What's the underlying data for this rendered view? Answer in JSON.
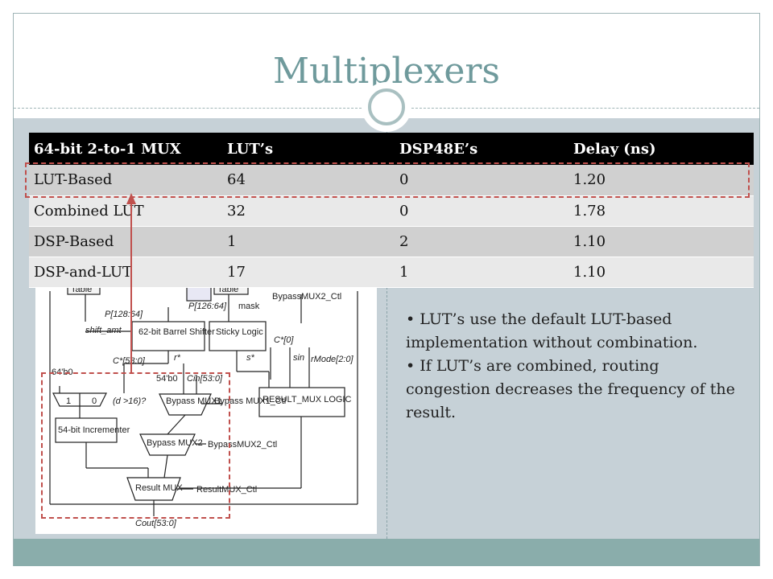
{
  "slide": {
    "title": "Multiplexers"
  },
  "table": {
    "headers": [
      "64-bit 2-to-1 MUX",
      "LUT’s",
      "DSP48E’s",
      "Delay (ns)"
    ],
    "rows": [
      [
        "LUT-Based",
        "64",
        "0",
        "1.20"
      ],
      [
        "Combined LUT",
        "32",
        "0",
        "1.78"
      ],
      [
        "DSP-Based",
        "1",
        "2",
        "1.10"
      ],
      [
        "DSP-and-LUT",
        "17",
        "1",
        "1.10"
      ]
    ]
  },
  "bullets": [
    "LUT’s use the default LUT-based implementation without combination.",
    "If LUT’s are combined, routing congestion decreases the frequency of the result."
  ],
  "diagram": {
    "labels": {
      "table_left": "Table",
      "table_right": "Table",
      "bypass_ctl_top": "BypassMUX2_Ctl",
      "p_128_64": "P[128:64]",
      "p_126_64": "P[126:64]",
      "mask": "mask",
      "shift_amt": "shift_amt",
      "barrel_shifter": "62-bit Barrel Shifter",
      "sticky_logic": "Sticky Logic",
      "c_star_0": "C*[0]",
      "r_star": "r*",
      "s_star": "s*",
      "s_in": "sin",
      "rmode": "rMode[2:0]",
      "c_star_53": "C*[53:0]",
      "const_64b0": "64'b0",
      "const_54b0": "54'b0",
      "c_in": "Cin[53:0]",
      "mux_in_1": "1",
      "mux_in_0": "0",
      "condition": "(d >16)?",
      "bypass_mux1": "Bypass MUX1",
      "bypass_mux1_ctl": "Bypass MUX1_Ctl",
      "result_mux_logic": "RESULT_MUX LOGIC",
      "incrementer": "54-bit Incrementer",
      "bypass_mux2": "Bypass MUX2",
      "bypass_mux2_ctl": "BypassMUX2_Ctl",
      "result_mux": "Result MUX",
      "result_mux_ctl": "ResultMUX_Ctl",
      "c_out": "Cout[53:0]"
    }
  }
}
